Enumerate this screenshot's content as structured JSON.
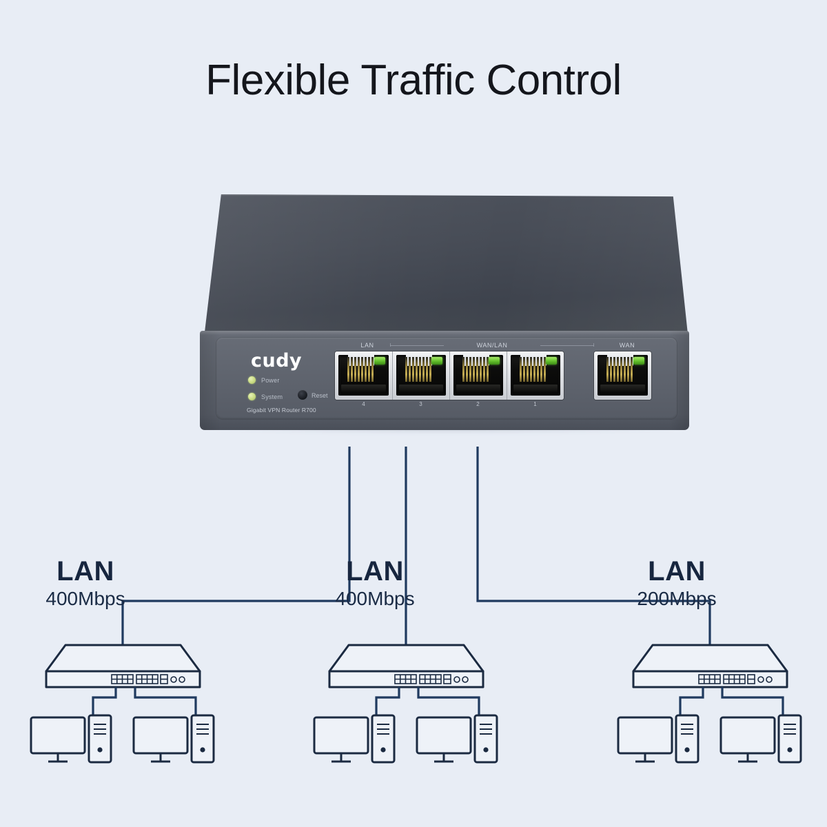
{
  "page": {
    "title": "Flexible Traffic Control",
    "background_color": "#e8edf5",
    "line_color": "#1f3a5f",
    "accent_text_color": "#17263f"
  },
  "router": {
    "brand": "cudy",
    "model_label": "Gigabit VPN Router  R700",
    "reset_label": "Reset",
    "leds": [
      {
        "name": "power-led",
        "label": "Power",
        "color": "#cfe08a"
      },
      {
        "name": "system-led",
        "label": "System",
        "color": "#cfe08a"
      }
    ],
    "port_groups": [
      {
        "name": "lan-group",
        "label": "LAN"
      },
      {
        "name": "wan-lan-group",
        "label": "WAN/LAN"
      },
      {
        "name": "wan-group",
        "label": "WAN"
      }
    ],
    "ports": [
      {
        "number": "4",
        "group": "LAN"
      },
      {
        "number": "3",
        "group": "WAN/LAN"
      },
      {
        "number": "2",
        "group": "WAN/LAN"
      },
      {
        "number": "1",
        "group": "WAN/LAN"
      },
      {
        "number": "",
        "group": "WAN"
      }
    ],
    "chassis_top_color": "#474c56",
    "chassis_front_color": "#5b6069",
    "port_led_color": "#63c02c"
  },
  "lan_segments": [
    {
      "title": "LAN",
      "speed": "400Mbps",
      "clients": 2
    },
    {
      "title": "LAN",
      "speed": "400Mbps",
      "clients": 2
    },
    {
      "title": "LAN",
      "speed": "200Mbps",
      "clients": 2
    }
  ]
}
